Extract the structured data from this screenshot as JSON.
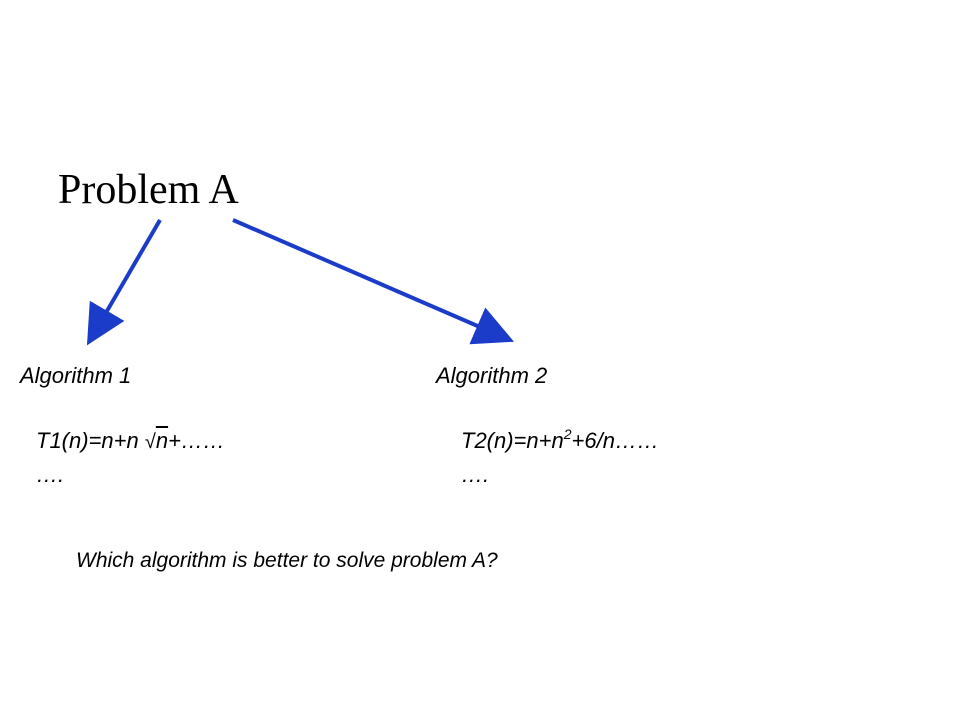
{
  "title": "Problem A",
  "arrow_color": "#1a3cc8",
  "algorithm1": {
    "label": "Algorithm 1",
    "formula_prefix": "T1(n)=n+n ",
    "sqrt_symbol": "√",
    "sqrt_arg": "n",
    "formula_suffix": "+……",
    "continuation": "…."
  },
  "algorithm2": {
    "label": "Algorithm 2",
    "formula_prefix": "T2(n)=n+n",
    "exponent": "2",
    "formula_suffix": "+6/n……",
    "continuation": "…."
  },
  "question": "Which algorithm is better to solve problem A?"
}
